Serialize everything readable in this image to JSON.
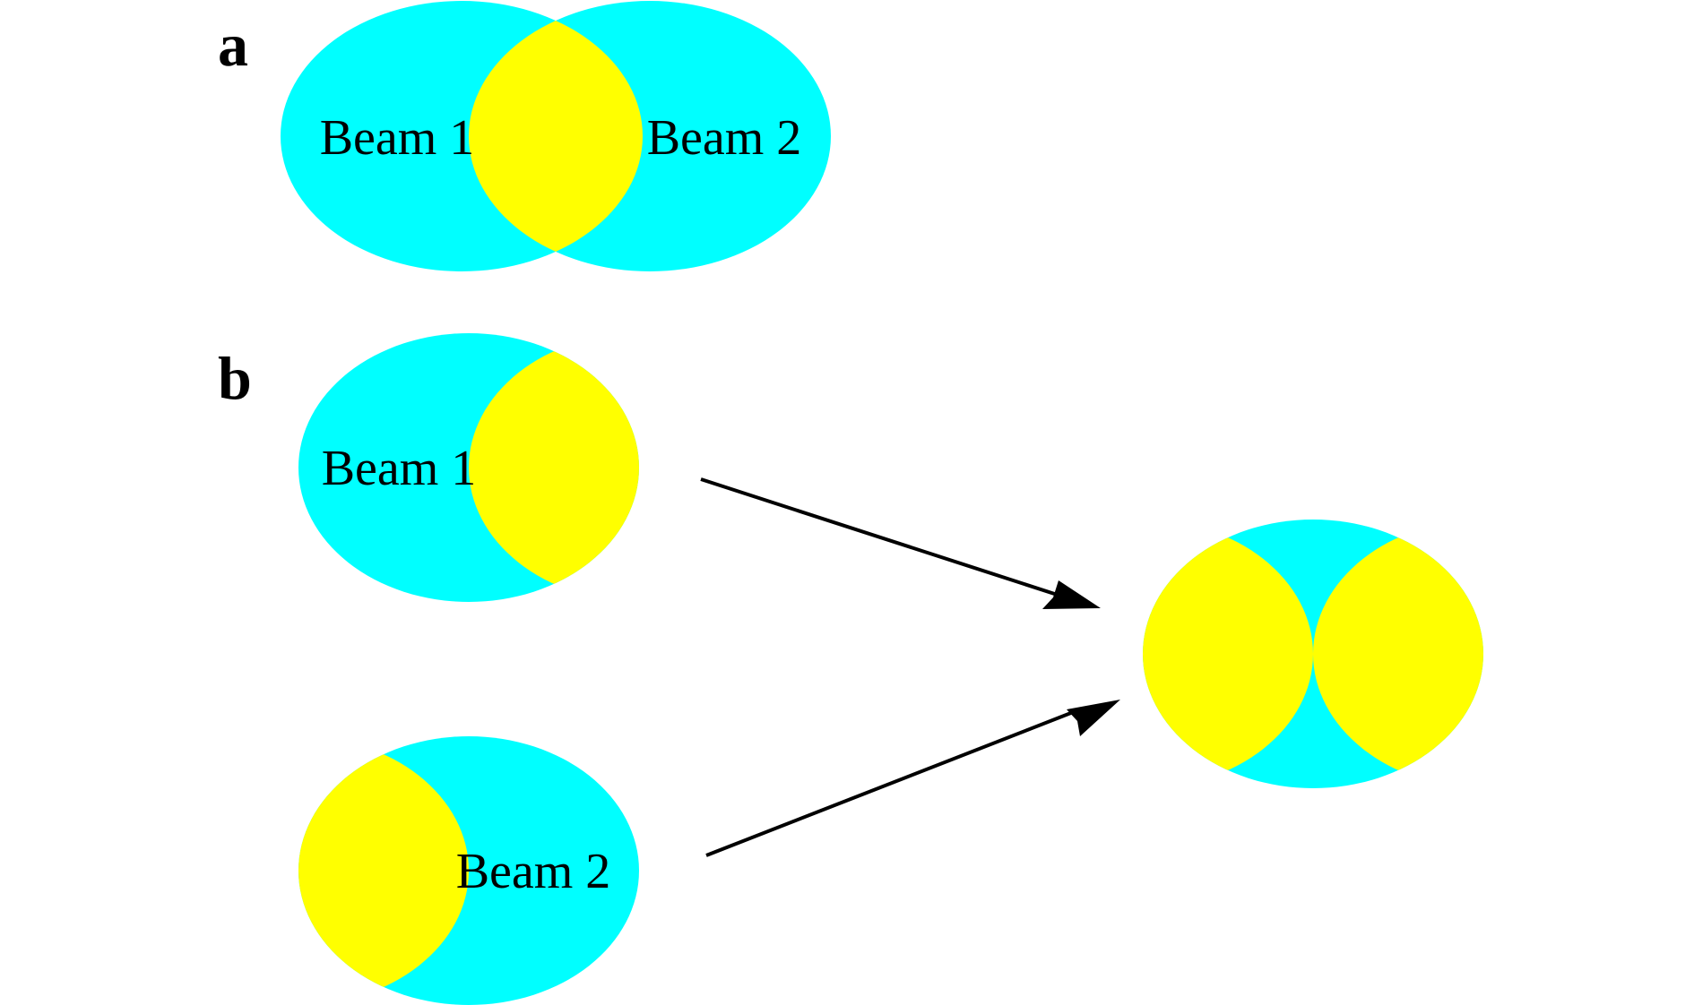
{
  "colors": {
    "beam": "#00ffff",
    "overlap": "#ffff00",
    "arrow": "#000000",
    "text": "#000000",
    "background": "#ffffff"
  },
  "panel_a": {
    "label": "a",
    "beam1_label": "Beam 1",
    "beam2_label": "Beam 2"
  },
  "panel_b": {
    "label": "b",
    "beam1_label": "Beam 1",
    "beam2_label": "Beam 2"
  }
}
